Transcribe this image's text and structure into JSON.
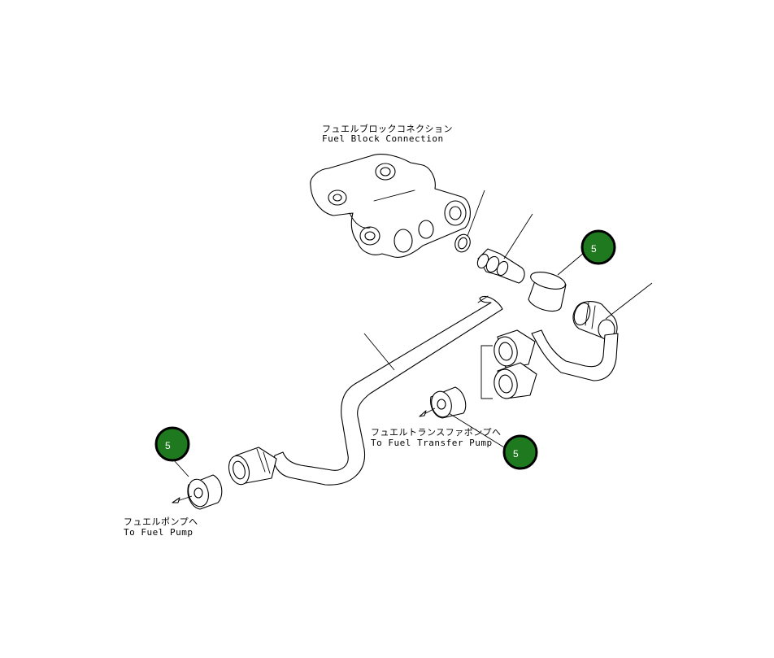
{
  "labels": {
    "fuel_block_jp": "フュエルブロックコネクション",
    "fuel_block_en": "Fuel Block Connection",
    "transfer_jp": "フュエルトランスファポンプへ",
    "transfer_en": "To Fuel Transfer Pump",
    "fuel_pump_jp": "フュエルポンプへ",
    "fuel_pump_en": "To Fuel Pump"
  },
  "callouts": [
    {
      "number": "5"
    },
    {
      "number": "5"
    },
    {
      "number": "5"
    }
  ],
  "colors": {
    "callout_fill": "#1f7a1f",
    "callout_ring": "#000000",
    "line": "#000000",
    "background": "#ffffff"
  }
}
